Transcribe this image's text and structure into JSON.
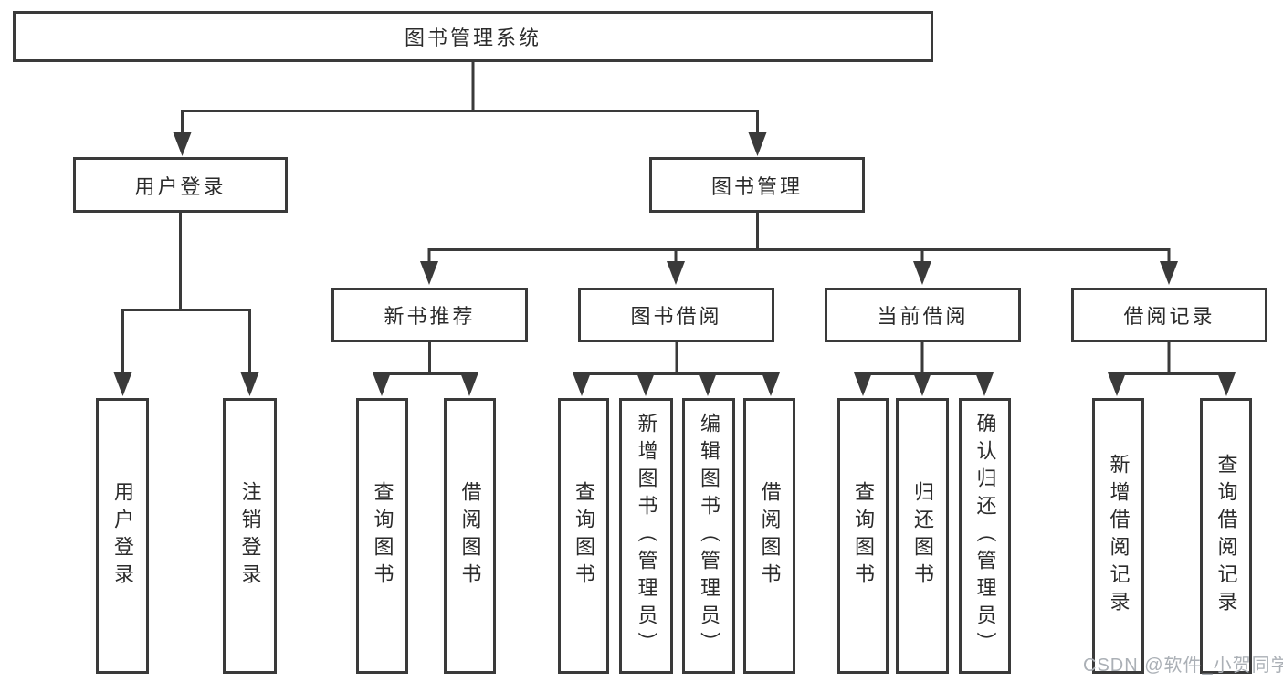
{
  "diagram_title": "图书管理系统",
  "tree": {
    "root": {
      "label": "图书管理系统"
    },
    "level2": [
      {
        "label": "用户登录"
      },
      {
        "label": "图书管理"
      }
    ],
    "level3": [
      {
        "label": "新书推荐",
        "parent": "图书管理"
      },
      {
        "label": "图书借阅",
        "parent": "图书管理"
      },
      {
        "label": "当前借阅",
        "parent": "图书管理"
      },
      {
        "label": "借阅记录",
        "parent": "图书管理"
      }
    ],
    "leaves": [
      {
        "label": "用户登录",
        "parent": "用户登录"
      },
      {
        "label": "注销登录",
        "parent": "用户登录"
      },
      {
        "label": "查询图书",
        "parent": "新书推荐"
      },
      {
        "label": "借阅图书",
        "parent": "新书推荐"
      },
      {
        "label": "查询图书",
        "parent": "图书借阅"
      },
      {
        "label": "新增图书（管理员）",
        "parent": "图书借阅"
      },
      {
        "label": "编辑图书（管理员）",
        "parent": "图书借阅"
      },
      {
        "label": "借阅图书",
        "parent": "图书借阅"
      },
      {
        "label": "查询图书",
        "parent": "当前借阅"
      },
      {
        "label": "归还图书",
        "parent": "当前借阅"
      },
      {
        "label": "确认归还（管理员）",
        "parent": "当前借阅"
      },
      {
        "label": "新增借阅记录",
        "parent": "借阅记录"
      },
      {
        "label": "查询借阅记录",
        "parent": "借阅记录"
      }
    ]
  },
  "watermark": {
    "text": "CSDN @软件_小贺同学"
  },
  "colors": {
    "line": "#3a3a3a",
    "box_border": "#3a3a3a",
    "text": "#2b2b2b",
    "background": "#ffffff",
    "watermark": "#abb0b6"
  }
}
